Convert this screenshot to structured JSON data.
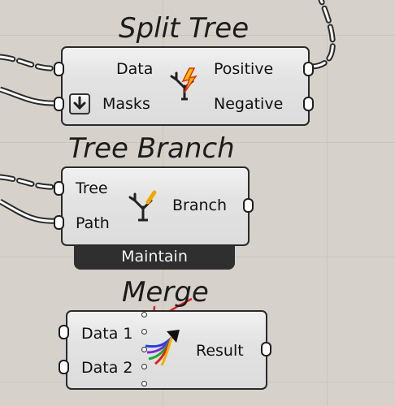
{
  "split_tree": {
    "title": "Split Tree",
    "inputs": [
      "Data",
      "Masks"
    ],
    "outputs": [
      "Positive",
      "Negative"
    ]
  },
  "tree_branch": {
    "title": "Tree Branch",
    "inputs": [
      "Tree",
      "Path"
    ],
    "outputs": [
      "Branch"
    ],
    "status": "Maintain"
  },
  "merge": {
    "title": "Merge",
    "inputs": [
      "Data 1",
      "Data 2"
    ],
    "outputs": [
      "Result"
    ]
  },
  "icons": {
    "split_tree": "split-tree-icon",
    "tree_branch": "tree-branch-icon",
    "merge": "merge-icon",
    "masks_param": "down-arrow-icon"
  },
  "colors": {
    "canvas": "#d6d2cb",
    "node_fill": "#e3e3e3",
    "maintain_bar": "#2f2f2f",
    "annotation": "#e0201b"
  }
}
